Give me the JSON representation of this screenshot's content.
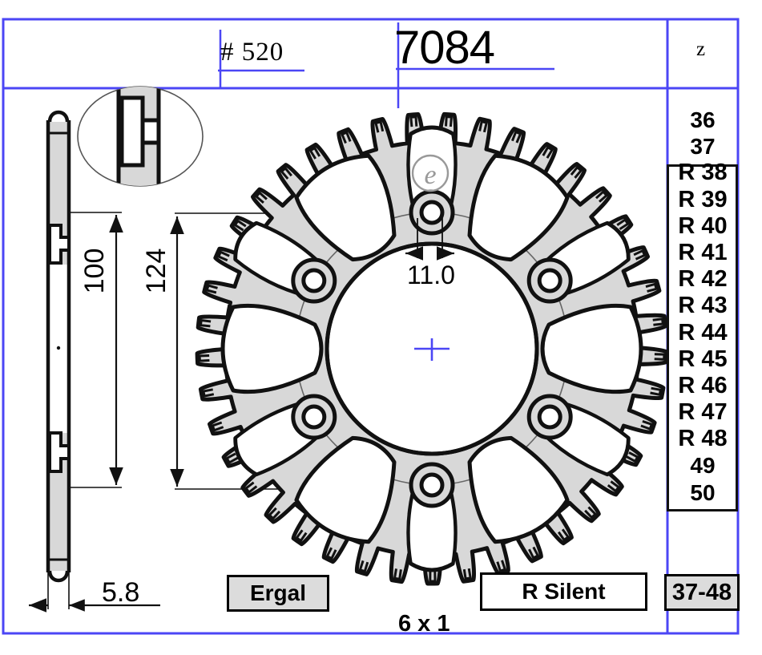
{
  "sheet": {
    "frame_color": "#4b46f5",
    "line_color": "#111111",
    "fill_gray": "#d8d8d8"
  },
  "header": {
    "pitch_label": "#  520",
    "drawing_number": "7084",
    "z_column_header": "z"
  },
  "teeth_column": {
    "header": "z",
    "plain_top": [
      "36",
      "37"
    ],
    "r_series": [
      "R 38",
      "R 39",
      "R 40",
      "R 41",
      "R 42",
      "R 43",
      "R 44",
      "R 45",
      "R 46",
      "R 47",
      "R 48"
    ],
    "plain_bottom": [
      "49",
      "50"
    ],
    "range_box": "37-48"
  },
  "labels": {
    "material": "Ergal",
    "type": "R Silent",
    "bolt_pattern": "6 x 1"
  },
  "dimensions": {
    "bolt_circle_inner": "100",
    "bolt_circle_outer": "124",
    "thickness": "5.8",
    "bolt_hole": "11.0"
  },
  "views": {
    "section_view": "side-section-view",
    "detail_bubble": "tooth-detail-circle",
    "front_view": "sprocket-front-view",
    "center_mark": "center-crosshair",
    "stamp": "e-mark-logo"
  },
  "chart_data": {
    "type": "table",
    "title": "7084",
    "categories": [
      "36",
      "37",
      "R 38",
      "R 39",
      "R 40",
      "R 41",
      "R 42",
      "R 43",
      "R 44",
      "R 45",
      "R 46",
      "R 47",
      "R 48",
      "49",
      "50"
    ],
    "values": [
      36,
      37,
      38,
      39,
      40,
      41,
      42,
      43,
      44,
      45,
      46,
      47,
      48,
      49,
      50
    ],
    "xlabel": "z",
    "ylabel": ""
  }
}
